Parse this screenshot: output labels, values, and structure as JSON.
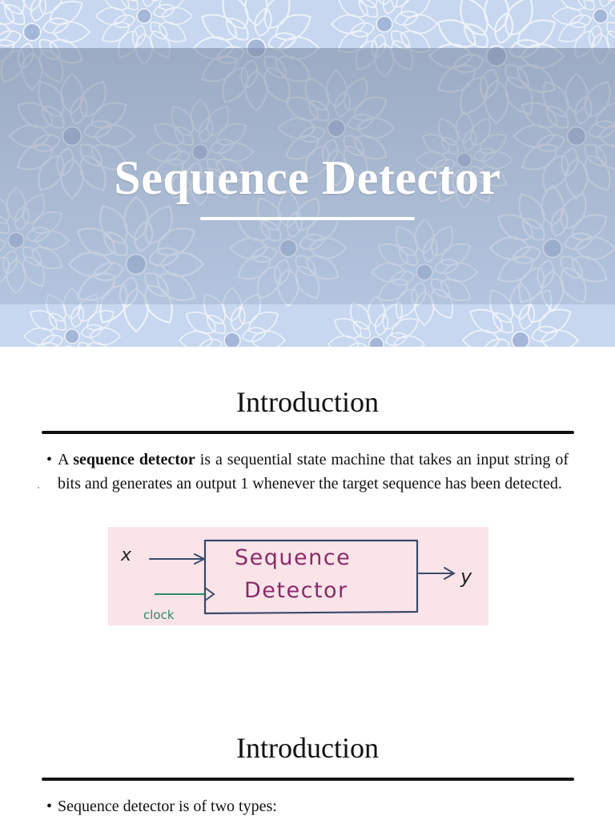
{
  "slide1": {
    "title": "Sequence Detector"
  },
  "slide2": {
    "heading": "Introduction",
    "bullet": {
      "lead": "A ",
      "bold": "sequence detector",
      "rest": " is a sequential state machine that takes an input string of bits and generates an output 1 whenever the target sequence has been detected."
    },
    "diagram": {
      "input_label": "x",
      "box_line1": "Sequence",
      "box_line2": "Detector",
      "clock_label": "clock",
      "output_label": "y",
      "colors": {
        "background": "#fbe4e8",
        "box_text": "#8a2a6a",
        "outline": "#3a4a6a",
        "clock": "#2a8a6a"
      }
    }
  },
  "slide3": {
    "heading": "Introduction",
    "bullet": "Sequence detector is of two types:"
  }
}
